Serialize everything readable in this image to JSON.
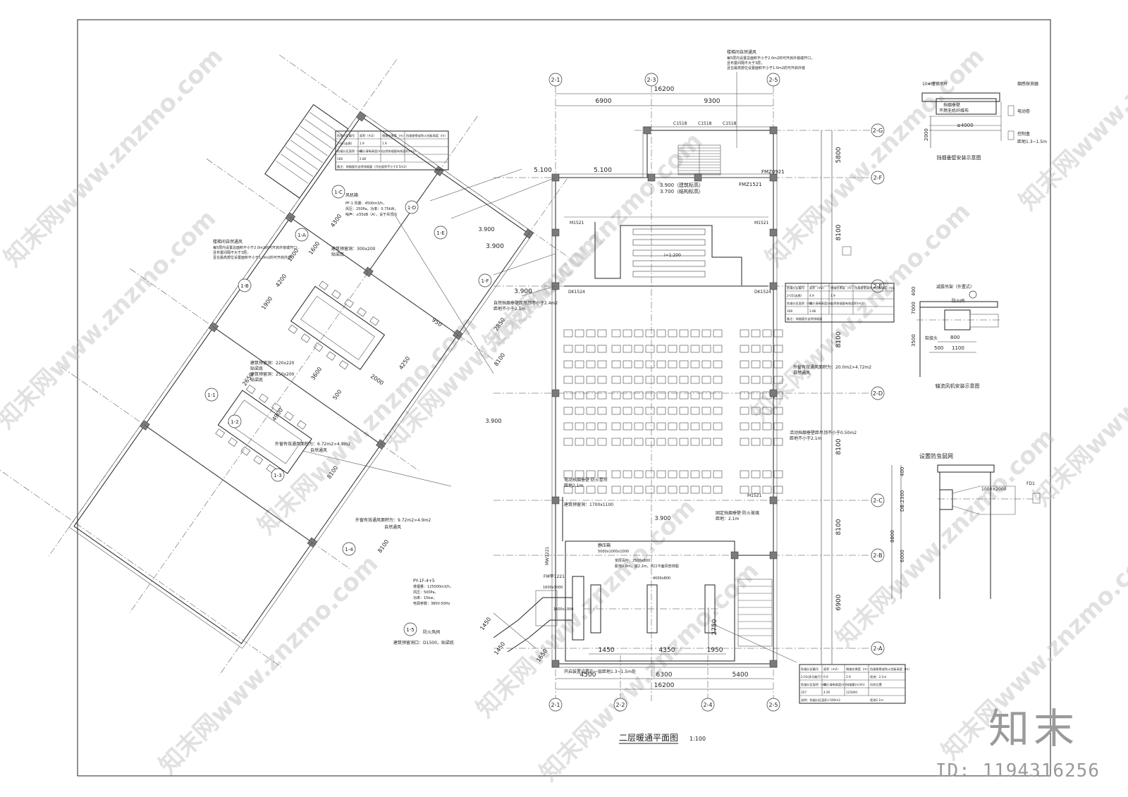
{
  "drawing_title": "二层暖通平面图",
  "drawing_scale": "1:100",
  "sheet_info": {
    "brand": "知末",
    "id": "ID: 1194316256"
  },
  "watermark_text": "知末网www.znzmo.com",
  "axes": {
    "top": [
      "2-1",
      "2-3",
      "2-5"
    ],
    "bottom": [
      "2-1",
      "2-2",
      "2-4",
      "2-5"
    ],
    "right": [
      "2-G",
      "2-F",
      "2-E",
      "2-D",
      "2-C",
      "2-B",
      "2-A"
    ],
    "wing": [
      "1-A",
      "1-B",
      "1-C",
      "1-D",
      "1-E",
      "1-F",
      "1-1",
      "1-2",
      "1-3",
      "1-4",
      "1-5"
    ]
  },
  "dimensions": {
    "top_total": "16200",
    "top_a": "6900",
    "top_b": "9300",
    "bottom_total": "16200",
    "bottom_a": "4500",
    "bottom_b": "6300",
    "bottom_c": "5400",
    "right": [
      "5800",
      "8100",
      "8100",
      "8100",
      "8100",
      "6900"
    ],
    "inner": [
      "1450",
      "4350",
      "1950",
      "2750"
    ],
    "wing": [
      "4300",
      "1600",
      "1800",
      "4200",
      "1900",
      "2650",
      "4900",
      "8100",
      "8100",
      "3600",
      "2000",
      "950",
      "500",
      "2850",
      "4250",
      "8100",
      "1450",
      "1450",
      "1650"
    ],
    "elev": [
      "5.100",
      "5.100",
      "3.900",
      "3.900",
      "3.900",
      "3.900",
      "3.900"
    ]
  },
  "rooms": {
    "elev_note_1": "3.900（建筑标高）",
    "elev_note_2": "3.700（结构标高）",
    "door_tags": [
      "FMZ1521",
      "M1521",
      "M1521",
      "DK1524",
      "DK1524",
      "M1521",
      "FMZ0921",
      "FM甲1221",
      "MW1221",
      "C1518",
      "C1518",
      "C1518"
    ],
    "slope": "i=1:200"
  },
  "annotations": {
    "vent_top": "楼梯间自然通风",
    "vent_top_1": "每5层内设置总面积不小于2.0m2的可开启外窗或开口，",
    "vent_top_2": "且布置间隔不大于3层，",
    "vent_top_3": "且在最高部位设置面积不小于1.0m2的可开启外窗",
    "vent_left": "楼梯间自然通风",
    "fan_unit": "风机箱",
    "fan_spec_1": "PF-1  风量：4500m3/h，",
    "fan_spec_2": "风压：250Pa，功率：0.75kW，",
    "fan_spec_3": "噪声：≤55dB（A），设于吊顶内",
    "reserve_hole_1": "建筑预留洞：300x200",
    "reserve_hole_1b": "贴梁底",
    "reserve_hole_2": "建筑预留洞：220x220",
    "reserve_hole_2b": "贴梁底",
    "reserve_hole_3": "建筑预留洞：250x200",
    "reserve_hole_3b": "贴梁底",
    "outer_window_1": "外窗有效通风面积为：6.72m2>4.9m2",
    "outer_window_1b": "自然通风",
    "outer_window_2": "外窗有效通风面积为：9.72m2>4.9m2",
    "outer_window_2b": "自然通风",
    "outer_window_3": "外窗有效通风面积为：20.0m2>4.72m2",
    "outer_window_3b": "自然通风",
    "smoke_wall_r": "活动挡烟垂壁距吊顶不小于0.50m2",
    "smoke_wall_rb": "距地不小于2.1m",
    "smoke_wall_l": "自然挡烟垂壁距吊顶不小于2.4m2",
    "smoke_wall_lb": "距地不小于2.1m",
    "smoke_wall_mid": "电动挡烟垂壁·防火卷帘",
    "smoke_wall_midb": "距地2.1m",
    "smoke_wall_fixed": "固定挡烟垂壁·防火玻璃",
    "smoke_wall_fixedb": "距地：2.1m",
    "reserve_hole_4": "建筑预留洞：1700x1100",
    "shaft": "静压箱",
    "shaft_size": "5000x1000x1000",
    "exhaust": "单层百叶：2500x800",
    "exhaust_2": "距地0.8m，底2.2m，风口平面风管排烟",
    "grille_size": "4000x800",
    "duct_a": "1600x1000",
    "duct_b": "1600x1000",
    "fan_2": "PY-1F-4+5",
    "fan_2_1": "排烟量：125000m3/h，",
    "fan_2_2": "风压：500Pa，",
    "fan_2_3": "功率：15kw，",
    "fan_2_4": "电源参数：380V-50Hz",
    "fire_damper": "防火风阀",
    "reserve_hole_5": "建筑预留洞口：D1500，贴梁底",
    "bottom_note": "开启装置设置在一层距地1.3~1.5m处",
    "level_mark": "3.900"
  },
  "tables": {
    "t1_rows": [
      [
        "防烟分区编号",
        "面积（m2）",
        "储烟仓厚度（m）",
        "挡烟垂壁或防火挡板高度（m）"
      ],
      [
        "2-01(走廊)",
        "1.9",
        "1.9",
        ""
      ],
      [
        "防烟分区面积（m2）",
        "最小清晰高度(m)",
        "自然排烟窗有效面积(m2)",
        ""
      ],
      [
        "168",
        "2.86",
        "",
        ""
      ],
      [
        "备注：排烟窗为自然排烟窗（开启面积不小于0.5m2）",
        "",
        "",
        ""
      ]
    ],
    "t2_rows": [
      [
        "防烟分区编号",
        "面积（m2）",
        "储烟仓厚度（m）",
        "挡烟垂壁或防火挡板高度（m）"
      ],
      [
        "2-02(走廊)",
        "4.9",
        "1.9",
        ""
      ],
      [
        "防烟分区面积（m2）",
        "最小清晰高度(m)",
        "自然排烟窗有效面积(m2)",
        ""
      ],
      [
        "308",
        "2.86",
        "",
        ""
      ],
      [
        "备注：排烟窗为自然排烟窗",
        "",
        "",
        ""
      ]
    ],
    "t3_rows": [
      [
        "防烟分区编号",
        "面积（m2）",
        "储烟仓厚度（m）",
        "挡烟垂壁或防火挡板高度（m）"
      ],
      [
        "2-03(多功能厅)",
        "6.9",
        "2.9",
        "距地：2.1m"
      ],
      [
        "防烟分区面积（m2）",
        "最小清晰高度(m)",
        "排烟量(m3/h)",
        "风机位置"
      ],
      [
        "357",
        "4.95",
        "125000",
        ""
      ],
      [
        "说明：防烟分区面积<500m2",
        "",
        "",
        "距地2.1m"
      ]
    ]
  },
  "details": {
    "d1_title": "挡烟垂壁安装示意图",
    "d1_items": [
      "10#槽钢吊杆",
      "挡烟垂壁",
      "不燃无机纤维布",
      "≤4000",
      "电动卷",
      "控制盒",
      "距地1.3~1.5m",
      "烟感探测器",
      "2000"
    ],
    "d2_title": "轴流风机安装示意图",
    "d2_items": [
      "减震吊架（外置式）",
      "防火阀",
      "软接头",
      "800",
      "500",
      "1100",
      "7000",
      "400",
      "3500"
    ],
    "d3_title": "设置防虫鼠网",
    "d3_items": [
      "1000×2000",
      "400",
      "DB:2300",
      "6000",
      "8800",
      "FD1"
    ]
  }
}
